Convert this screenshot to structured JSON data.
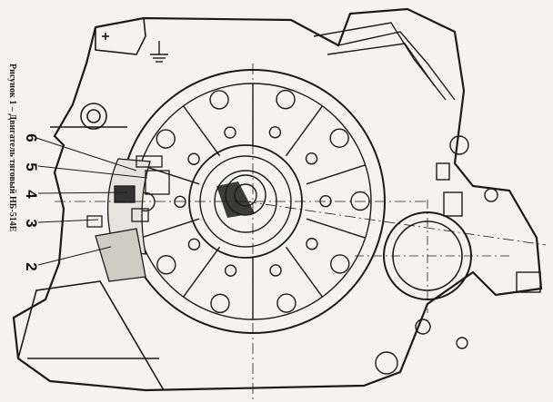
{
  "caption": "Рисунок 1 – Двигатель тяговый НБ-514Е",
  "callouts": [
    "6",
    "5",
    "4",
    "3",
    "2"
  ],
  "colors": {
    "paper": "#f4f3ef",
    "ink": "#1a1a1a"
  }
}
